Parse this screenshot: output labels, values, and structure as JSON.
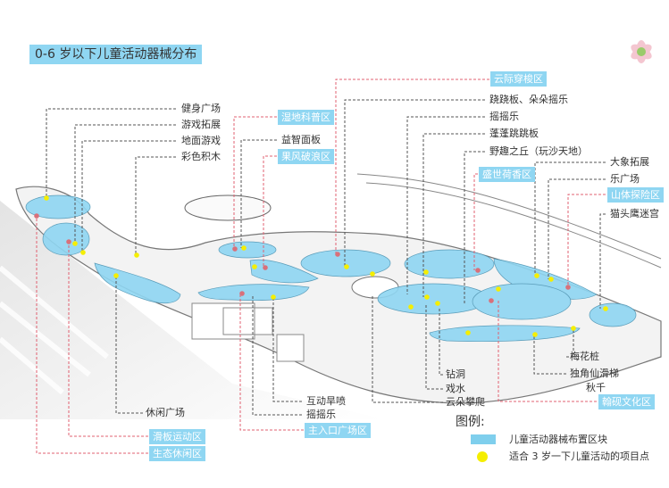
{
  "title": "0-6 岁以下儿童活动器械分布",
  "colors": {
    "zone_fill": "#8fd6f2",
    "point_yellow": "#f5ee00",
    "point_red": "#d9707a",
    "leader_red": "#e06070",
    "leader_gray": "#555555"
  },
  "labels_left": [
    "健身广场",
    "游戏拓展",
    "地面游戏",
    "彩色积木"
  ],
  "labels_center": {
    "wetland": "湿地科普区",
    "puzzle": "益智面板",
    "wave": "果风破浪区"
  },
  "labels_top_right": [
    "云际穿梭区",
    "跷跷板、朵朵摇乐",
    "摇摇乐",
    "蓬蓬跳跳板",
    "野趣之丘（玩沙天地）",
    "盛世荷香区",
    "大象拓展",
    "乐广场",
    "山体探险区",
    "猫头鹰迷宫"
  ],
  "labels_bottom_right": [
    "梅花桩",
    "独角仙滑梯",
    "秋千",
    "翰砚文化区",
    "钻洞",
    "戏水",
    "云朵攀爬"
  ],
  "labels_bottom_center": [
    "互动旱喷",
    "摇摇乐",
    "主入口广场区"
  ],
  "labels_bottom_left": [
    "休闲广场",
    "滑板运动区",
    "生态休闲区"
  ],
  "legend": {
    "title": "图例:",
    "zone": "儿童活动器械布置区块",
    "point": "适合 3 岁一下儿童活动的项目点"
  }
}
